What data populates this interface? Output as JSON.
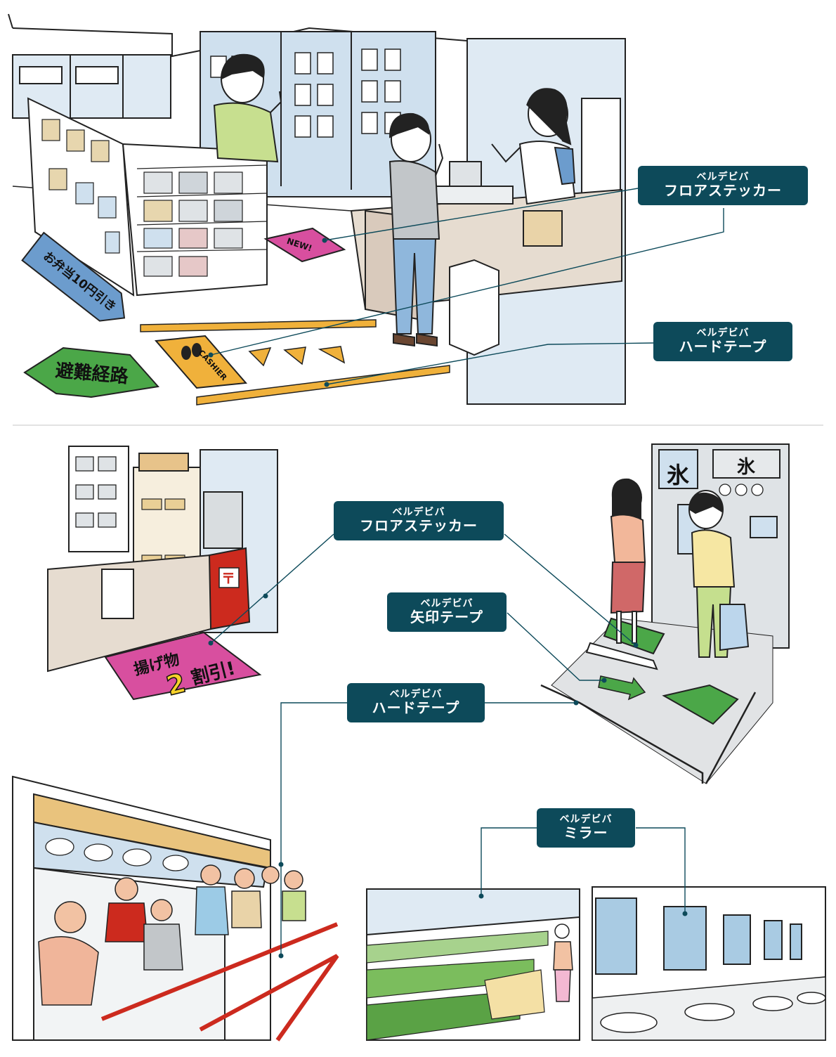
{
  "callouts": [
    {
      "brand": "ベルデビバ",
      "product": "フロアステッカー"
    },
    {
      "brand": "ベルデビバ",
      "product": "ハードテープ"
    },
    {
      "brand": "ベルデビバ",
      "product": "フロアステッカー"
    },
    {
      "brand": "ベルデビバ",
      "product": "矢印テープ"
    },
    {
      "brand": "ベルデビバ",
      "product": "ハードテープ"
    },
    {
      "brand": "ベルデビバ",
      "product": "ミラー"
    }
  ],
  "signs": {
    "discount_left": "お弁当10円引き",
    "evacuation": "避難経路",
    "cashier": "CASHIER",
    "new": "NEW!",
    "fried_discount_text": "揚げ物",
    "fried_discount_num": "2",
    "fried_discount_suffix": "割引!",
    "ice_1": "氷",
    "ice_2": "氷",
    "post": "〒"
  },
  "colors": {
    "callout_bg": "#0d4a5a",
    "floor_line": "#f0b13b",
    "red_tape": "#cc2a1e",
    "green_sticker": "#4ba748",
    "pink_sticker": "#d84f9f",
    "blue_sticker": "#6c9ccd"
  }
}
